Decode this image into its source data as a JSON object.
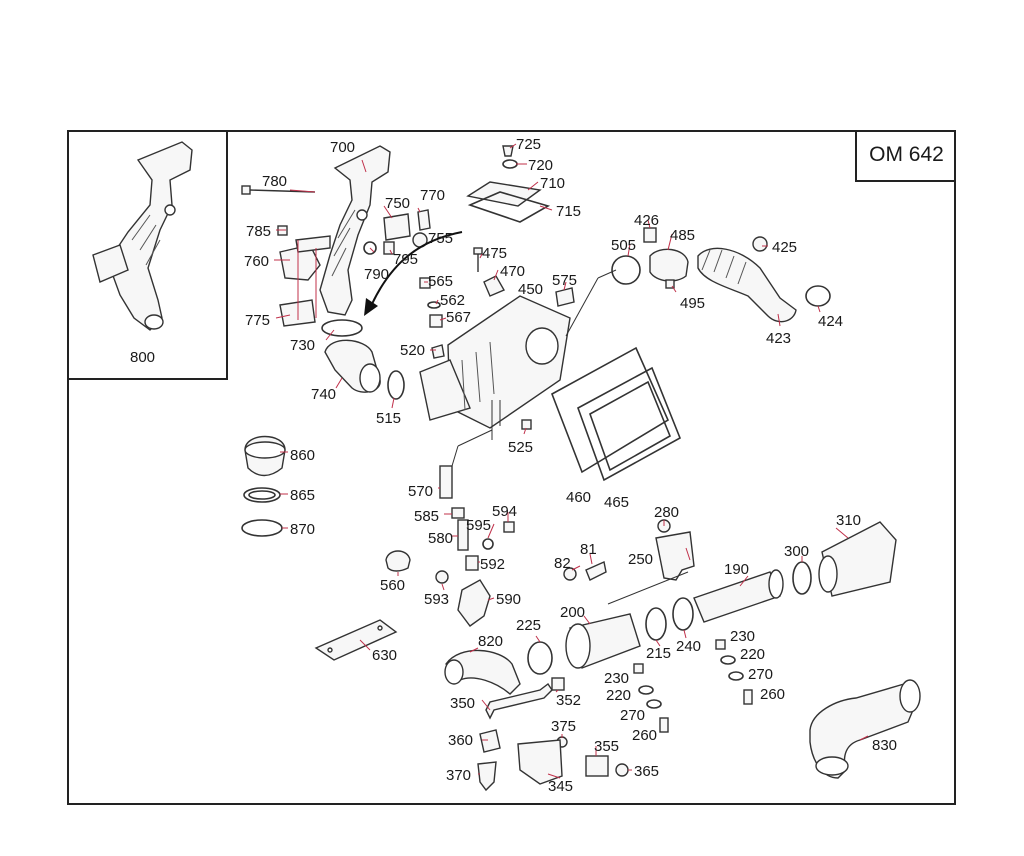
{
  "badge": "OM 642",
  "labels": {
    "l800": "800",
    "l700": "700",
    "l780": "780",
    "l785": "785",
    "l760": "760",
    "l775": "775",
    "l750": "750",
    "l770": "770",
    "l755": "755",
    "l790": "790",
    "l795": "795",
    "l725": "725",
    "l720": "720",
    "l710": "710",
    "l715": "715",
    "l475": "475",
    "l470": "470",
    "l565": "565",
    "l562": "562",
    "l567": "567",
    "l450": "450",
    "l575": "575",
    "l730": "730",
    "l740": "740",
    "l520": "520",
    "l515": "515",
    "l525": "525",
    "l426": "426",
    "l485": "485",
    "l505": "505",
    "l425": "425",
    "l495": "495",
    "l424": "424",
    "l423": "423",
    "l460": "460",
    "l465": "465",
    "l860": "860",
    "l865": "865",
    "l870": "870",
    "l570": "570",
    "l585": "585",
    "l594": "594",
    "l595": "595",
    "l580": "580",
    "l592": "592",
    "l560": "560",
    "l593": "593",
    "l590": "590",
    "l630": "630",
    "l280": "280",
    "l310": "310",
    "l300": "300",
    "l250": "250",
    "l190": "190",
    "l82": "82",
    "l81": "81",
    "l200": "200",
    "l225": "225",
    "l820": "820",
    "l215": "215",
    "l240": "240",
    "l230a": "230",
    "l220a": "220",
    "l270a": "270",
    "l260a": "260",
    "l230b": "230",
    "l220b": "220",
    "l270b": "270",
    "l260b": "260",
    "l352": "352",
    "l350": "350",
    "l375": "375",
    "l355": "355",
    "l360": "360",
    "l365": "365",
    "l345": "345",
    "l370": "370",
    "l830": "830"
  },
  "colors": {
    "lead": "#c0304a",
    "line": "#333333",
    "frame": "#222222"
  }
}
